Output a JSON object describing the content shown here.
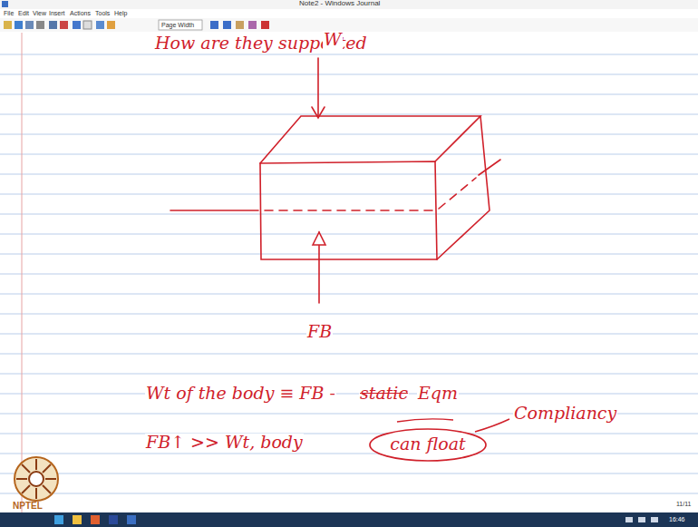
{
  "diagram": {
    "nodes": [
      {
        "text": [
          "can float"
        ]
      }
    ],
    "labels": [
      "Note2 - Windows Journal",
      "File",
      "Edit",
      "View",
      "Insert",
      "Actions",
      "Tools",
      "Help",
      "Page Width",
      "How are they supported",
      "W",
      "FB",
      "Wt of the body ≡ FB -",
      "static",
      "Eqm",
      "FB↑ >> Wt, body",
      "Compliancy",
      "NPTEL",
      "11/11",
      "16:46"
    ]
  }
}
